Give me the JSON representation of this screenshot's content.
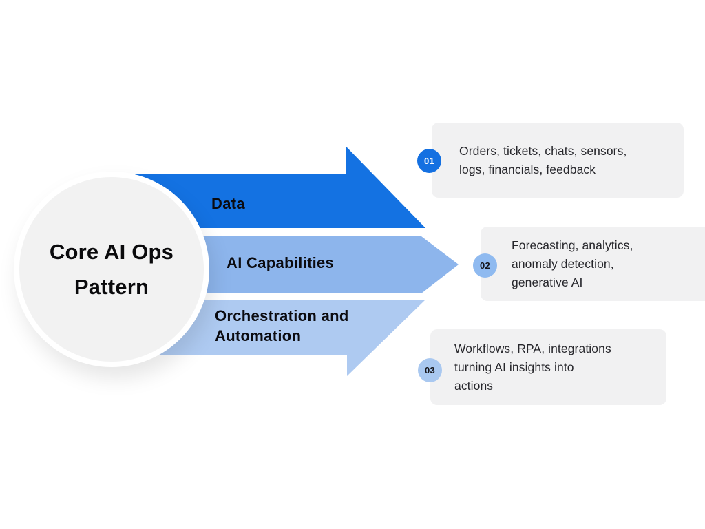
{
  "title": {
    "lines": [
      "Core AI Ops",
      "Pattern"
    ]
  },
  "arrows": [
    {
      "label_lines": [
        "Data"
      ]
    },
    {
      "label_lines": [
        "AI Capabilities"
      ]
    },
    {
      "label_lines": [
        "Orchestration and",
        "Automation"
      ]
    }
  ],
  "cards": [
    {
      "number": "01",
      "lines": [
        "Orders, tickets, chats, sensors,",
        "logs, financials, feedback"
      ]
    },
    {
      "number": "02",
      "lines": [
        "Forecasting, analytics,",
        "anomaly detection,",
        "generative AI"
      ]
    },
    {
      "number": "03",
      "lines": [
        "Workflows, RPA, integrations",
        "turning AI insights into",
        "actions"
      ]
    }
  ],
  "colors": {
    "arrow_data": "#1472E2",
    "arrow_ai_capabilities": "#8DB5EC",
    "arrow_orchestration": "#AECAF1",
    "arrow_label_text": "#0B0B10",
    "badge01_bg": "#1470E1",
    "badge01_text": "#FFFFFF",
    "badge02_bg": "#8FBAF0",
    "badge02_text": "#15151A",
    "badge03_bg": "#A9C8F0",
    "badge03_text": "#15151A",
    "card_bg": "#F1F1F2",
    "card_text": "#27272C",
    "circle_bg": "#F2F2F2",
    "title_text": "#0A0A0C"
  }
}
